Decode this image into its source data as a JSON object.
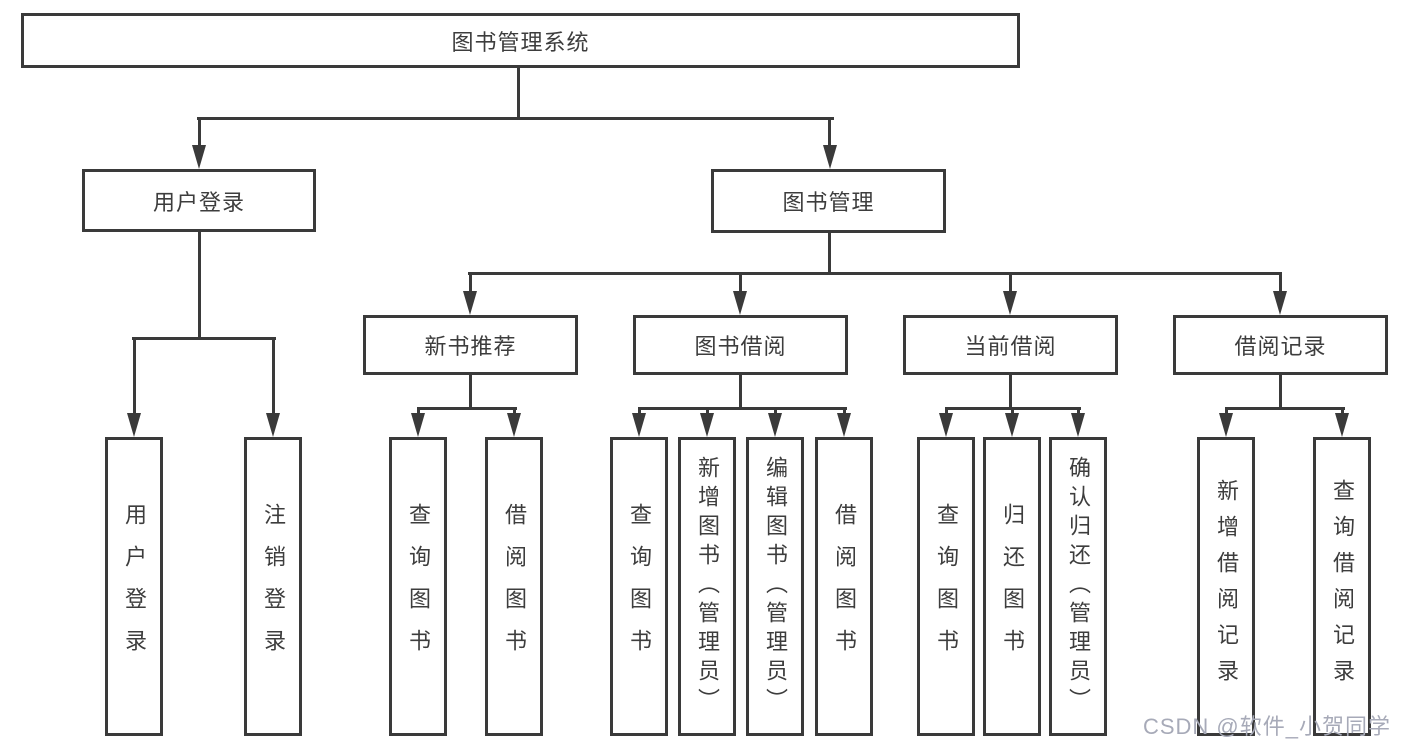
{
  "diagram": {
    "root": {
      "label": "图书管理系统"
    },
    "level2": {
      "user_login": {
        "label": "用户登录"
      },
      "book_management": {
        "label": "图书管理"
      }
    },
    "level3": {
      "new_book_recommend": {
        "label": "新书推荐"
      },
      "book_borrow": {
        "label": "图书借阅"
      },
      "current_borrow": {
        "label": "当前借阅"
      },
      "borrow_record": {
        "label": "借阅记录"
      }
    },
    "leaves": {
      "user_login_leaf": {
        "label": "用户登录"
      },
      "logout": {
        "label": "注销登录"
      },
      "nb_query_book": {
        "label": "查询图书"
      },
      "nb_borrow_book": {
        "label": "借阅图书"
      },
      "bb_query_book": {
        "label": "查询图书"
      },
      "bb_add_book": {
        "label": "新增图书（管理员）"
      },
      "bb_edit_book": {
        "label": "编辑图书（管理员）"
      },
      "bb_borrow_book": {
        "label": "借阅图书"
      },
      "cb_query_book": {
        "label": "查询图书"
      },
      "cb_return_book": {
        "label": "归还图书"
      },
      "cb_confirm_return": {
        "label": "确认归还（管理员）"
      },
      "br_add_record": {
        "label": "新增借阅记录"
      },
      "br_query_record": {
        "label": "查询借阅记录"
      }
    }
  },
  "watermark": "CSDN @软件_小贺同学",
  "colors": {
    "line": "#3a3a3a",
    "text": "#3d3d3d",
    "background": "#ffffff",
    "watermark": "#a7aab8"
  }
}
